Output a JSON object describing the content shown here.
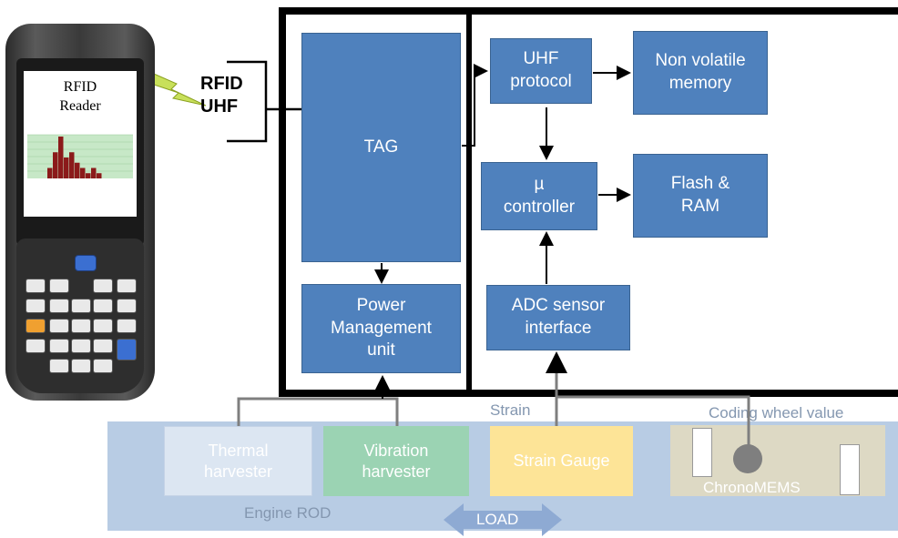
{
  "reader": {
    "screen_title": "RFID\nReader",
    "link_label": "RFID\nUHF",
    "histogram_values": [
      2,
      5,
      8,
      4,
      5,
      3,
      2,
      1,
      2,
      1
    ]
  },
  "chip": {
    "tag": "TAG",
    "pmu": "Power\nManagement\nunit",
    "uhf_protocol": "UHF\nprotocol",
    "nv_memory": "Non volatile\nmemory",
    "controller": "µ\ncontroller",
    "flash_ram": "Flash &\nRAM",
    "adc": "ADC sensor\ninterface"
  },
  "rod": {
    "thermal": "Thermal\nharvester",
    "vibration": "Vibration\nharvester",
    "strain_gauge": "Strain Gauge",
    "chronomems": "ChronoMEMS",
    "engine_rod": "Engine ROD",
    "load": "LOAD",
    "strain": "Strain",
    "coding_wheel": "Coding wheel value"
  },
  "colors": {
    "block": "#4f81bd",
    "rod": "#b8cce4",
    "thermal": "#dce6f2",
    "vibration": "#9bd3b3",
    "strain_gauge": "#fde497",
    "chronomems": "#ddd9c4"
  }
}
